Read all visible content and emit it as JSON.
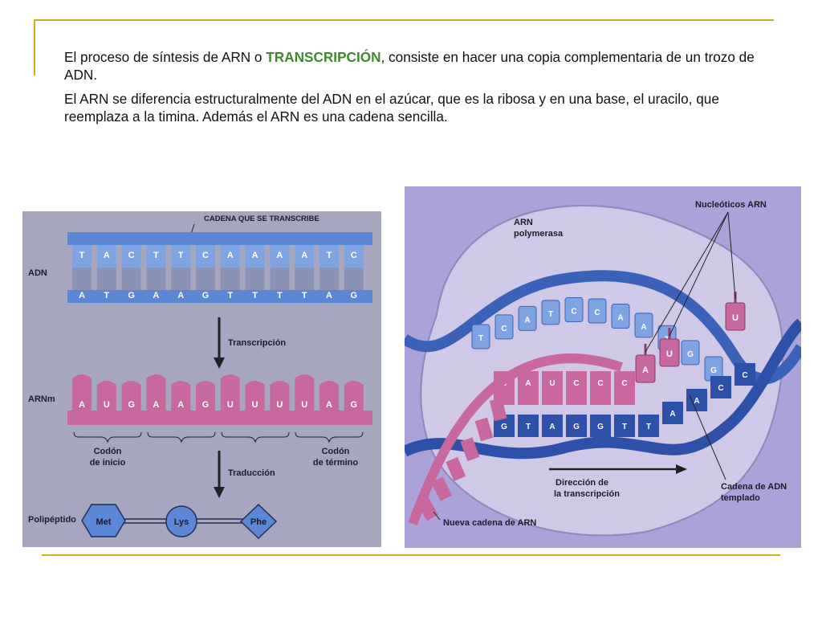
{
  "text": {
    "p1_before": "El proceso de síntesis de ARN o ",
    "p1_highlight": "TRANSCRIPCIÓN",
    "p1_after": ", consiste en hacer una copia complementaria de un trozo de ADN.",
    "p2": "El ARN se diferencia estructuralmente del ADN en el azúcar, que es la ribosa y en una base, el uracilo, que reemplaza a la timina. Además el ARN es una cadena sencilla."
  },
  "colors": {
    "accent_line": "#d6a92a",
    "highlight_text": "#3d8a2e",
    "dna_blue": "#5c86d6",
    "rna_pink": "#c8689c"
  },
  "fig_left": {
    "chain_label": "CADENA QUE SE TRANSCRIBE",
    "adn_label": "ADN",
    "top_bases": [
      "T",
      "A",
      "C",
      "T",
      "T",
      "C",
      "A",
      "A",
      "A",
      "A",
      "T",
      "C"
    ],
    "bottom_bases": [
      "A",
      "T",
      "G",
      "A",
      "A",
      "G",
      "T",
      "T",
      "T",
      "T",
      "A",
      "G"
    ],
    "transcripcion_label": "Transcripción",
    "arnm_label": "ARNm",
    "rna_bases": [
      "A",
      "U",
      "G",
      "A",
      "A",
      "G",
      "U",
      "U",
      "U",
      "U",
      "A",
      "G"
    ],
    "codon_inicio": [
      "Codón",
      "de inicio"
    ],
    "codon_termino": [
      "Codón",
      "de término"
    ],
    "traduccion_label": "Traducción",
    "polipeptido_label": "Polipéptido",
    "aminoacids": [
      "Met",
      "Lys",
      "Phe"
    ]
  },
  "fig_right": {
    "polymerase_label": [
      "ARN",
      "polymerasa"
    ],
    "nucleotidos_label": "Nucleóticos ARN",
    "top_strand_bases": [
      "T",
      "C",
      "A",
      "T",
      "C",
      "C",
      "A",
      "A",
      "T",
      "G",
      "G"
    ],
    "rna_bases": [
      "C",
      "A",
      "U",
      "C",
      "C",
      "C"
    ],
    "free_nucleotides": [
      "A",
      "U",
      "U"
    ],
    "template_bases": [
      "G",
      "T",
      "A",
      "G",
      "G",
      "T",
      "T",
      "A",
      "A",
      "C",
      "C"
    ],
    "direction_label": [
      "Dirección de",
      "la transcripción"
    ],
    "template_label": [
      "Cadena de ADN",
      "templado"
    ],
    "new_chain_label": "Nueva cadena de ARN"
  }
}
